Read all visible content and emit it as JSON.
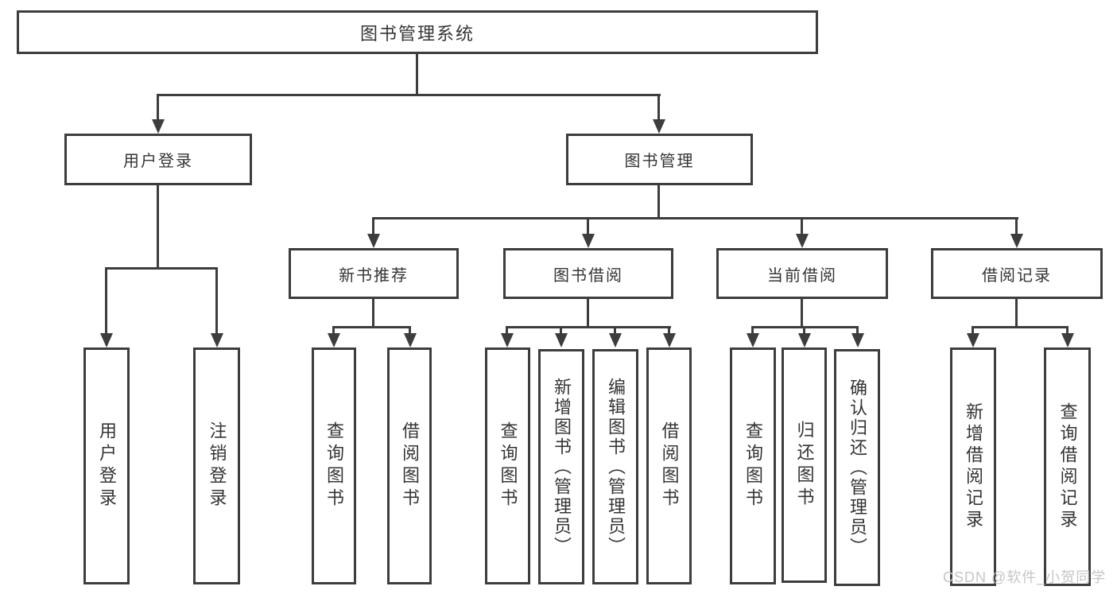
{
  "diagram": {
    "root": {
      "label": "图书管理系统"
    },
    "children": [
      {
        "label": "用户登录",
        "children": [
          {
            "label": "用户登录"
          },
          {
            "label": "注销登录"
          }
        ]
      },
      {
        "label": "图书管理",
        "children": [
          {
            "label": "新书推荐",
            "children": [
              {
                "label": "查询图书"
              },
              {
                "label": "借阅图书"
              }
            ]
          },
          {
            "label": "图书借阅",
            "children": [
              {
                "label": "查询图书"
              },
              {
                "label": "新增图书（管理员）"
              },
              {
                "label": "编辑图书（管理员）"
              },
              {
                "label": "借阅图书"
              }
            ]
          },
          {
            "label": "当前借阅",
            "children": [
              {
                "label": "查询图书"
              },
              {
                "label": "归还图书"
              },
              {
                "label": "确认归还（管理员）"
              }
            ]
          },
          {
            "label": "借阅记录",
            "children": [
              {
                "label": "新增借阅记录"
              },
              {
                "label": "查询借阅记录"
              }
            ]
          }
        ]
      }
    ]
  },
  "watermark": {
    "text": "CSDN @软件_小贺同学"
  },
  "colors": {
    "line": "#3d3d3d",
    "text": "#343434",
    "watermark": "#c6c6c6",
    "background": "#ffffff"
  }
}
